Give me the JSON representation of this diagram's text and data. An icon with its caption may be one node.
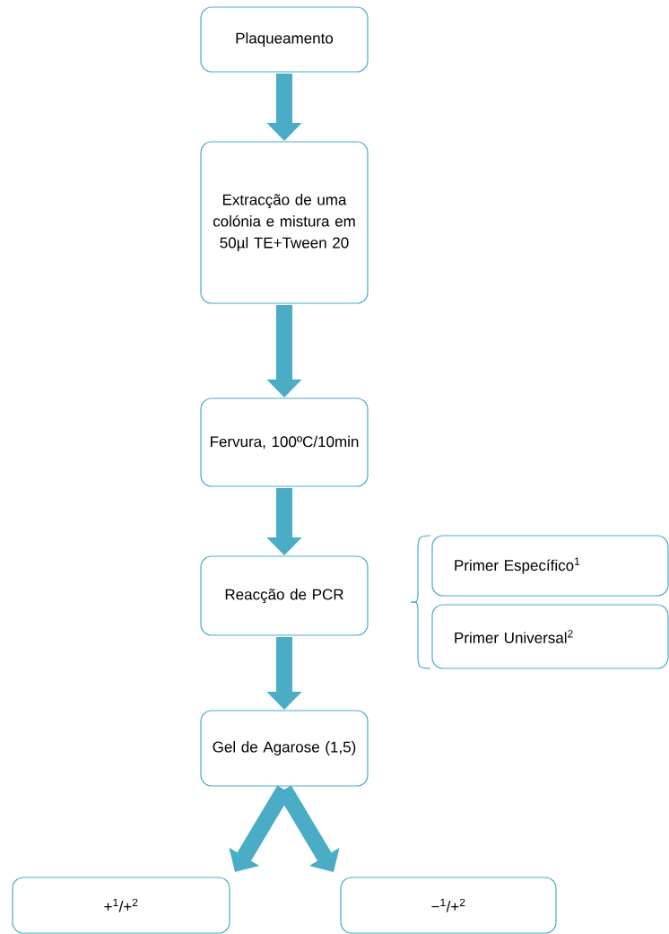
{
  "diagram": {
    "nodes": [
      {
        "text": [
          "Plaqueamento"
        ]
      },
      {
        "text": [
          "Extracção de uma colónia e mistura em 50µl TE+Tween 20"
        ]
      },
      {
        "text": [
          "Fervura, 100ºC/10min"
        ]
      },
      {
        "text": [
          "Reacção de PCR"
        ]
      },
      {
        "text": [
          "Primer Específico$^{1}$"
        ]
      },
      {
        "text": [
          "Primer Universal$^{2}$"
        ]
      },
      {
        "text": [
          "Gel de Agarose (1,5)"
        ]
      },
      {
        "text": [
          "+$^{1}$/+$^{2}$"
        ]
      },
      {
        "text": [
          "−$^{1}$/+$^{2}$"
        ]
      }
    ],
    "edges": [
      {
        "from": 0,
        "to": 1,
        "arrow": "to"
      },
      {
        "from": 1,
        "to": 2,
        "arrow": "to"
      },
      {
        "from": 2,
        "to": 3,
        "arrow": "to"
      },
      {
        "from": 3,
        "to": 6,
        "arrow": "to"
      },
      {
        "from": 6,
        "to": 7,
        "arrow": "to"
      },
      {
        "from": 6,
        "to": 8,
        "arrow": "to"
      }
    ]
  }
}
